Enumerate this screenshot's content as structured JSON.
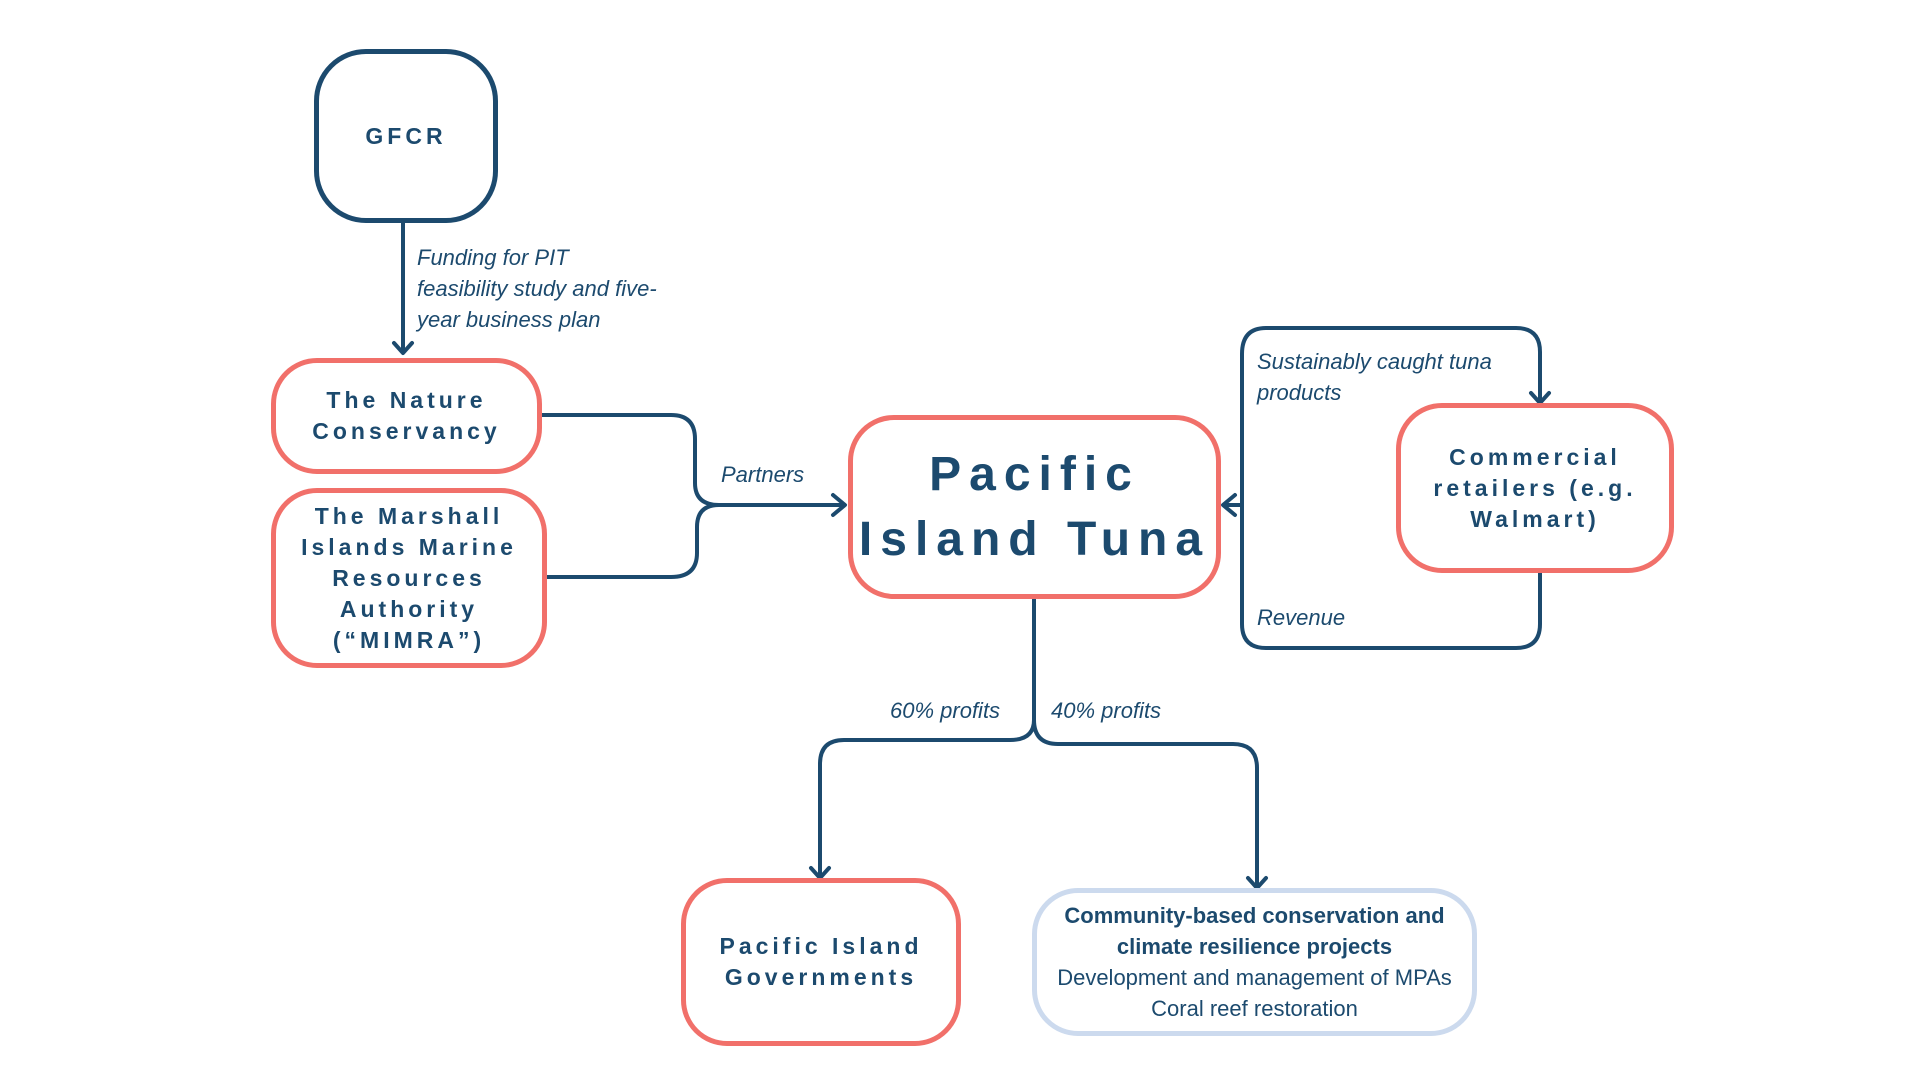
{
  "colors": {
    "navy": "#1c4a6e",
    "coral": "#f1706a",
    "pale_blue": "#ccdaee",
    "background": "#ffffff"
  },
  "nodes": {
    "gfcr": "GFCR",
    "tnc": "The Nature\nConservancy",
    "mimra": "The Marshall\nIslands Marine\nResources\nAuthority\n(“MIMRA”)",
    "pit": "Pacific\nIsland Tuna",
    "retailers": "Commercial\nretailers (e.g.\nWalmart)",
    "governments": "Pacific Island\nGovernments",
    "community": {
      "title": "Community-based conservation and\nclimate resilience projects",
      "lines": [
        "Development and management of MPAs",
        "Coral reef restoration"
      ]
    }
  },
  "edges": {
    "funding": "Funding for PIT\nfeasibility study and five-\nyear business plan",
    "partners": "Partners",
    "products": "Sustainably caught tuna\nproducts",
    "revenue": "Revenue",
    "profit_60": "60% profits",
    "profit_40": "40% profits"
  }
}
